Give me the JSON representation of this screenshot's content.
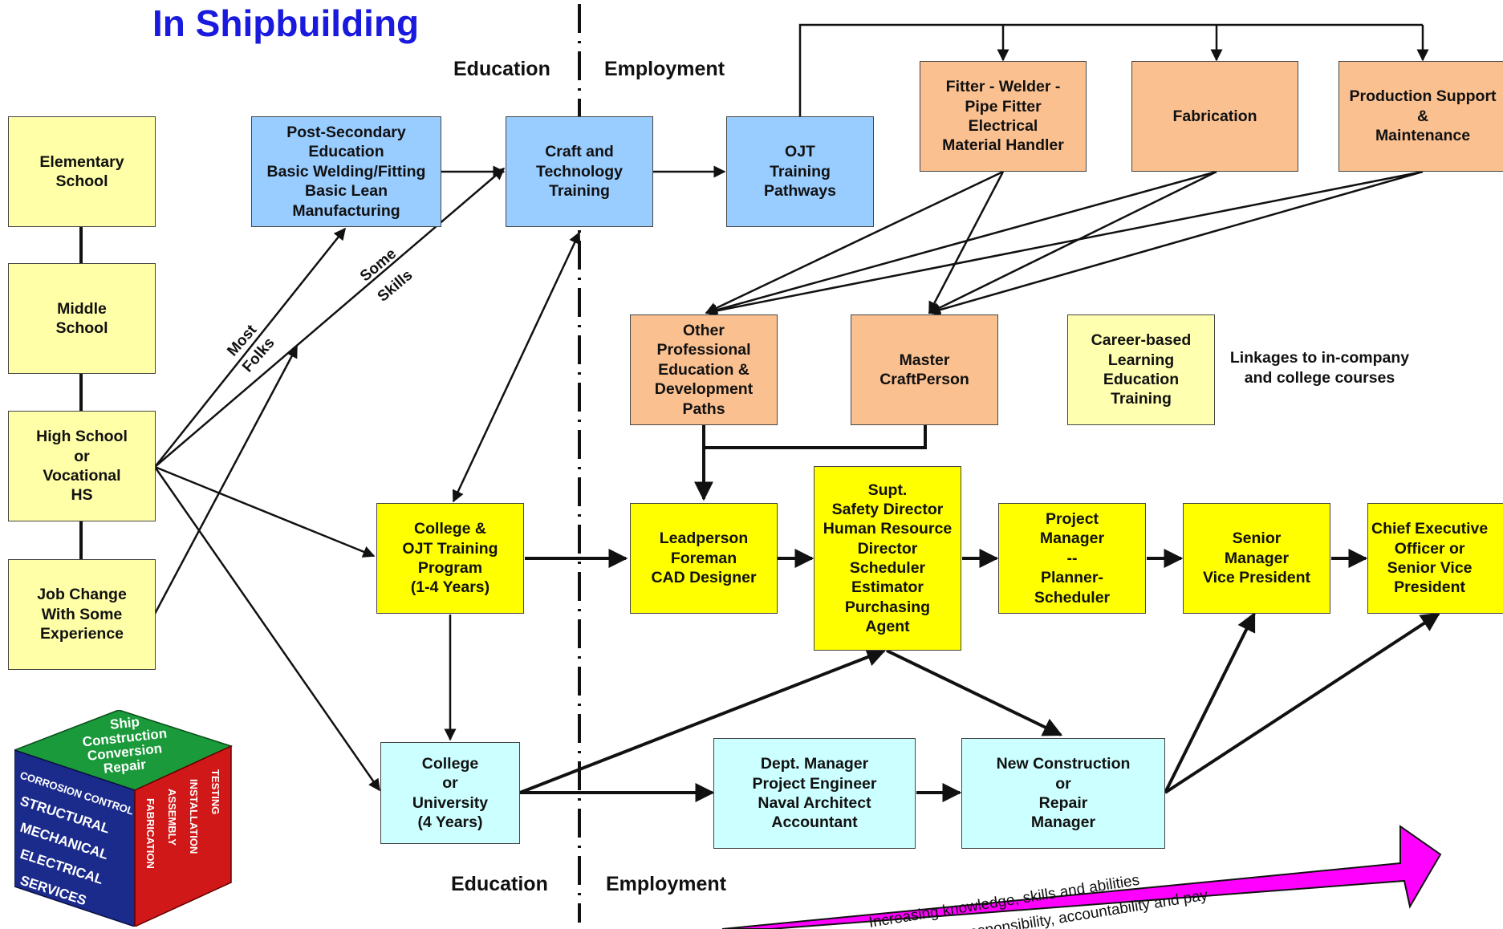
{
  "title": "In Shipbuilding",
  "zones": {
    "education_top": "Education",
    "employment_top": "Employment",
    "education_bottom": "Education",
    "employment_bottom": "Employment"
  },
  "nodes": {
    "elementary": "Elementary\nSchool",
    "middle": "Middle\nSchool",
    "highschool": "High School\nor\nVocational\nHS",
    "jobchange": "Job Change\nWith Some\nExperience",
    "postsecondary": "Post-Secondary\nEducation\nBasic Welding/Fitting\nBasic Lean\nManufacturing",
    "craft": "Craft and\nTechnology\nTraining",
    "ojt": "OJT\nTraining\nPathways",
    "fitter": "Fitter - Welder -\nPipe Fitter\nElectrical\nMaterial Handler",
    "fabrication": "Fabrication",
    "prodsupport": "Production Support\n&\nMaintenance",
    "otherprof": "Other\nProfessional\nEducation &\nDevelopment\nPaths",
    "master": "Master\nCraftPerson",
    "careerbased": "Career-based\nLearning\nEducation\nTraining",
    "college_ojt": "College &\nOJT Training\nProgram\n(1-4 Years)",
    "leadperson": "Leadperson\nForeman\nCAD Designer",
    "supt": "Supt.\nSafety Director\nHuman Resource\nDirector\nScheduler\nEstimator\nPurchasing\nAgent",
    "projmgr": "Project\nManager\n--\nPlanner-\nScheduler",
    "seniormgr": "Senior\nManager\nVice President",
    "ceo": "Chief Executive\nOfficer or\nSenior Vice\nPresident",
    "university": "College\nor\nUniversity\n(4 Years)",
    "deptmgr": "Dept. Manager\nProject  Engineer\nNaval Architect\nAccountant",
    "newconstruction": "New Construction\nor\nRepair\nManager"
  },
  "notes": {
    "linkages": "Linkages to in-company\nand college courses"
  },
  "arrow_labels": {
    "most": "Most",
    "folks": "Folks",
    "some": "Some",
    "skills": "Skills"
  },
  "progress_arrow": {
    "line1": "Increasing knowledge, skills and abilities",
    "line2": "Increasing responsibility, accountability and  pay",
    "color": "#ff00ff"
  },
  "cube": {
    "top_lines": [
      "Ship",
      "Construction",
      "Conversion",
      "Repair"
    ],
    "left_rows": [
      "CORROSION CONTROL",
      "STRUCTURAL",
      "MECHANICAL",
      "ELECTRICAL",
      "SERVICES"
    ],
    "right_cols": [
      "FABRICATION",
      "ASSEMBLY",
      "INSTALLATION",
      "TESTING"
    ],
    "colors": {
      "top": "#1a9a3a",
      "left": "#1b2b8c",
      "right": "#d01818"
    }
  },
  "colors": {
    "title": "#1a1adf",
    "light_yellow": "#ffffa8",
    "blue": "#99ccff",
    "orange": "#fac090",
    "yellow": "#ffff00",
    "cyan": "#ccffff"
  }
}
